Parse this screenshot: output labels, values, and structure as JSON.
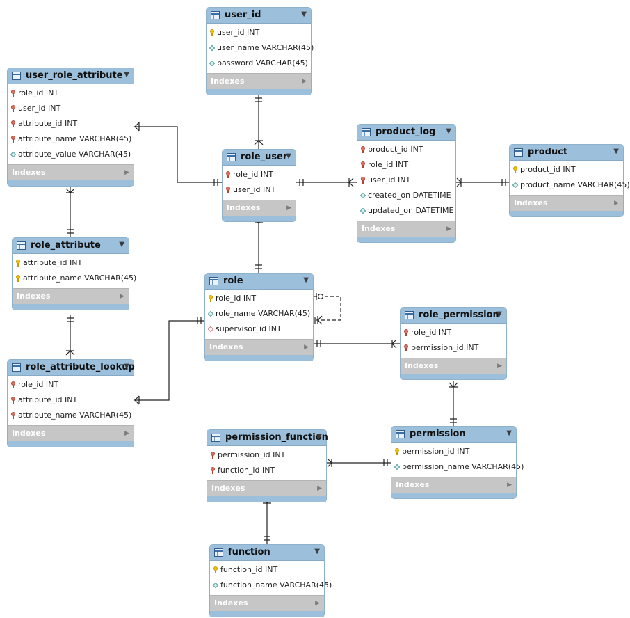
{
  "indexes_label": "Indexes",
  "tables": [
    {
      "name": "user_id",
      "columns": [
        {
          "text": "user_id INT",
          "kind": "pk"
        },
        {
          "text": "user_name VARCHAR(45)",
          "kind": "attr"
        },
        {
          "text": "password VARCHAR(45)",
          "kind": "attr"
        }
      ]
    },
    {
      "name": "user_role_attribute",
      "columns": [
        {
          "text": "role_id INT",
          "kind": "fk"
        },
        {
          "text": "user_id INT",
          "kind": "fk"
        },
        {
          "text": "attribute_id INT",
          "kind": "fk"
        },
        {
          "text": "attribute_name VARCHAR(45)",
          "kind": "fk"
        },
        {
          "text": "attribute_value VARCHAR(45)",
          "kind": "attr"
        }
      ]
    },
    {
      "name": "role_user",
      "columns": [
        {
          "text": "role_id INT",
          "kind": "fk"
        },
        {
          "text": "user_id INT",
          "kind": "fk"
        }
      ]
    },
    {
      "name": "product_log",
      "columns": [
        {
          "text": "product_id INT",
          "kind": "fk"
        },
        {
          "text": "role_id INT",
          "kind": "fk"
        },
        {
          "text": "user_id INT",
          "kind": "fk"
        },
        {
          "text": "created_on DATETIME",
          "kind": "attr"
        },
        {
          "text": "updated_on DATETIME",
          "kind": "attr"
        }
      ]
    },
    {
      "name": "product",
      "columns": [
        {
          "text": "product_id INT",
          "kind": "pk"
        },
        {
          "text": "product_name VARCHAR(45)",
          "kind": "attr"
        }
      ]
    },
    {
      "name": "role_attribute",
      "columns": [
        {
          "text": "attribute_id INT",
          "kind": "pk"
        },
        {
          "text": "attribute_name VARCHAR(45)",
          "kind": "pk"
        }
      ]
    },
    {
      "name": "role",
      "columns": [
        {
          "text": "role_id INT",
          "kind": "pk"
        },
        {
          "text": "role_name VARCHAR(45)",
          "kind": "attr"
        },
        {
          "text": "supervisor_id INT",
          "kind": "fkattr"
        }
      ]
    },
    {
      "name": "role_permission",
      "columns": [
        {
          "text": "role_id INT",
          "kind": "fk"
        },
        {
          "text": "permission_id INT",
          "kind": "fk"
        }
      ]
    },
    {
      "name": "role_attribute_lookup",
      "columns": [
        {
          "text": "role_id INT",
          "kind": "fk"
        },
        {
          "text": "attribute_id INT",
          "kind": "fk"
        },
        {
          "text": "attribute_name VARCHAR(45)",
          "kind": "fk"
        }
      ]
    },
    {
      "name": "permission_function",
      "columns": [
        {
          "text": "permission_id INT",
          "kind": "fk"
        },
        {
          "text": "function_id INT",
          "kind": "fk"
        }
      ]
    },
    {
      "name": "permission",
      "columns": [
        {
          "text": "permission_id INT",
          "kind": "pk"
        },
        {
          "text": "permission_name VARCHAR(45)",
          "kind": "attr"
        }
      ]
    },
    {
      "name": "function",
      "columns": [
        {
          "text": "function_id INT",
          "kind": "pk"
        },
        {
          "text": "function_name VARCHAR(45)",
          "kind": "attr"
        }
      ]
    }
  ],
  "colors": {
    "header": "#9cc0dc",
    "indexes": "#c6c6c6",
    "line": "#222222",
    "primary_key": "#f2c200",
    "foreign_key": "#e06f5f"
  }
}
